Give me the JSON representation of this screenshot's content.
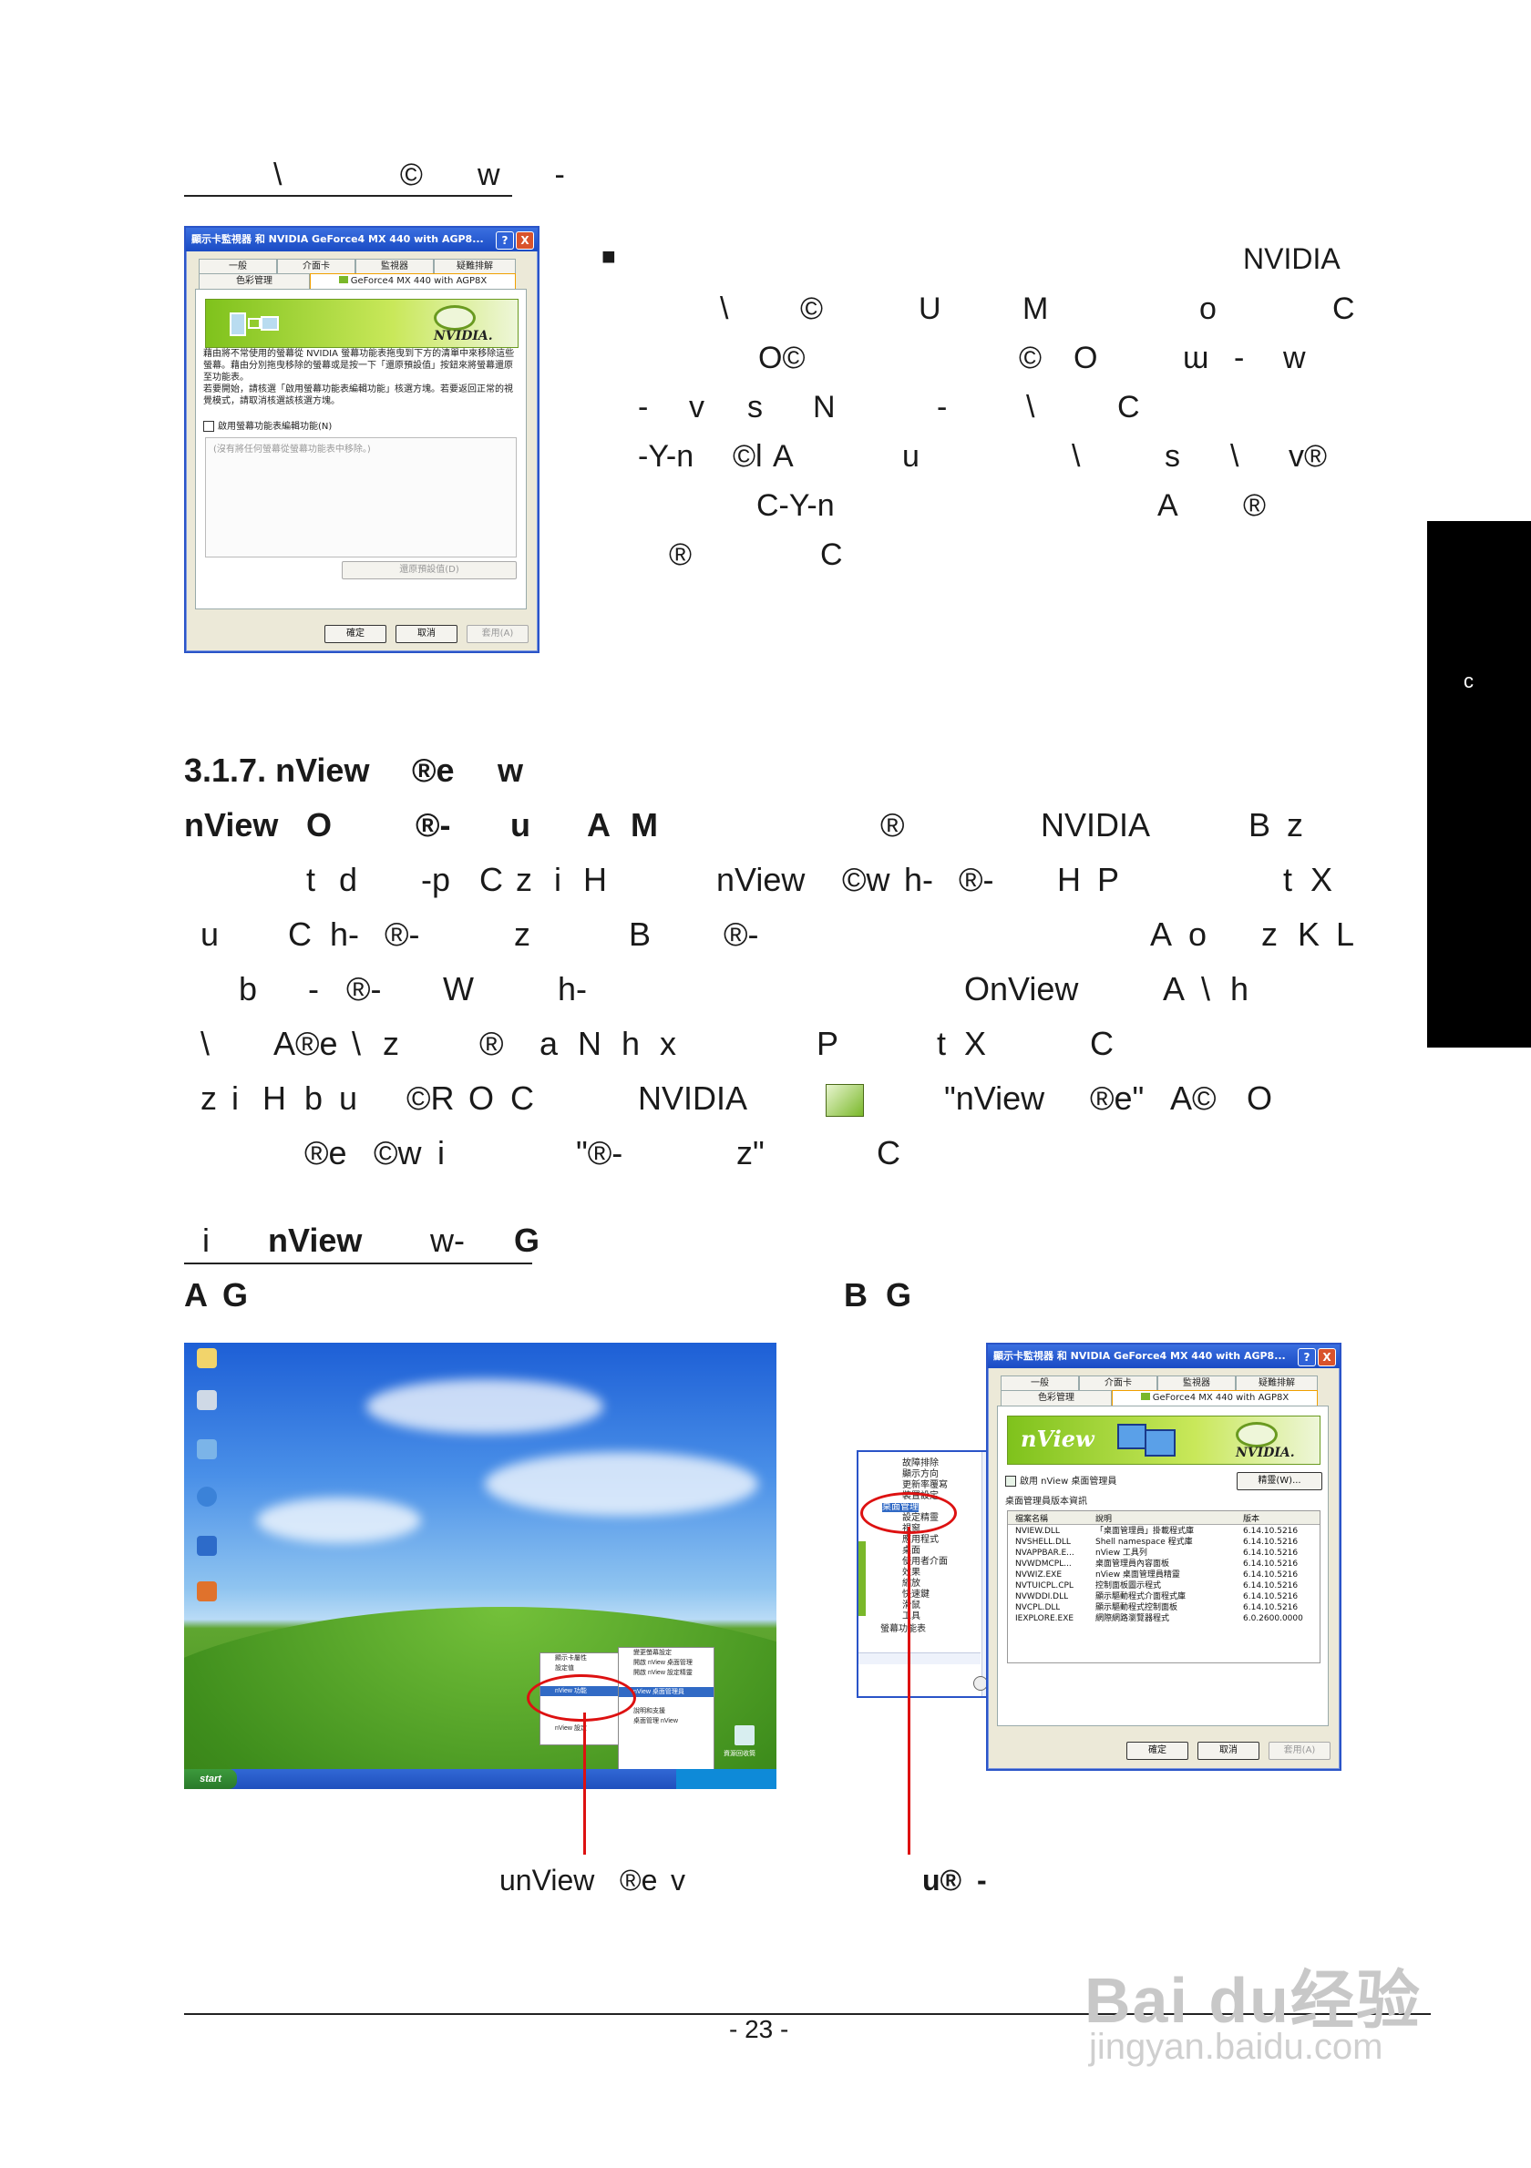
{
  "header": {
    "fragment": "\\ ©w-"
  },
  "dialog1": {
    "title": "顯示卡監視器 和 NVIDIA GeForce4 MX 440 with AGP8...",
    "help": "?",
    "close": "X",
    "tabs": [
      "一般",
      "介面卡",
      "監視器",
      "疑難排解"
    ],
    "subtab_left": "色彩管理",
    "subtab_right": "GeForce4 MX 440 with AGP8X",
    "nvidia_logo": "NVIDIA.",
    "desc": "藉由將不常使用的螢幕從 NVIDIA 螢幕功能表拖曳到下方的清單中來移除這些螢幕。藉由分別拖曳移除的螢幕或是按一下「還原預設值」按鈕來將螢幕還原至功能表。",
    "desc2": "若要開始，請核選「啟用螢幕功能表編輯功能」核選方塊。若要返回正常的視覺模式，請取消核選該核選方塊。",
    "checkbox_label": "啟用螢幕功能表編輯功能(N)",
    "list_placeholder": "(沒有將任何螢幕從螢幕功能表中移除。)",
    "restore_btn": "還原預設值(D)",
    "ok": "確定",
    "cancel": "取消",
    "apply": "套用(A)"
  },
  "right_text": {
    "bullet": "■",
    "nvidia": "NVIDIA",
    "lines": [
      [
        "\\",
        "©",
        "U",
        "M",
        "o",
        "C"
      ],
      [
        "O©",
        "©",
        "O",
        "ɯ",
        "-",
        "w"
      ],
      [
        "-",
        "v",
        "s",
        "N",
        "-",
        "\\",
        "C"
      ],
      [
        "-Y-n",
        "©l",
        "A",
        "u",
        "\\",
        "s",
        "\\",
        "v®"
      ],
      [
        "C-Y-n",
        "A",
        "®"
      ],
      [
        "®",
        "C"
      ]
    ]
  },
  "section": {
    "heading_num": "3.1.7. nView",
    "heading_rest": [
      "®e",
      "w"
    ],
    "para": [
      [
        "nView",
        "O",
        "®-",
        "u",
        "A",
        "M",
        "®",
        "NVIDIA",
        "B",
        "z"
      ],
      [
        "t",
        "d",
        "-p",
        "C",
        "z",
        "i",
        "H",
        "nView",
        "©w",
        "h-",
        "®-",
        "H",
        "P",
        "t",
        "X"
      ],
      [
        "u",
        "C",
        "h-",
        "®-",
        "z",
        "B",
        "®-",
        "A",
        "o",
        "z",
        "K",
        "L"
      ],
      [
        "b",
        "-",
        "®-",
        "W",
        "h-",
        "OnView",
        "A",
        "\\",
        "h"
      ],
      [
        "\\",
        "A®e",
        "\\",
        "z",
        "®",
        "a",
        "N",
        "h",
        "x",
        "P",
        "t",
        "X",
        "C"
      ],
      [
        "z",
        "i",
        "H",
        "b",
        "u",
        "©R",
        "O",
        "C",
        "NVIDIA",
        "\"nView",
        "®e\"",
        "A©",
        "O"
      ],
      [
        "®e",
        "©w",
        "i",
        "\"®-",
        "z\"",
        "C"
      ]
    ]
  },
  "sub": {
    "heading": [
      "i",
      "nView",
      "w-",
      "G"
    ],
    "label_a": [
      "A",
      "G"
    ],
    "label_b": [
      "B",
      "G"
    ]
  },
  "desktop": {
    "start": "start",
    "menu1": [
      "顯示卡屬性",
      "設定值",
      "nView 功能",
      "nView 設定"
    ],
    "menu2": [
      "變更螢幕設定",
      "開啟 nView 桌面管理",
      "開啟 nView 設定精靈",
      "nView 桌面管理員",
      "說明和支援",
      "桌面管理 nView"
    ],
    "recycle": "資源回收筒"
  },
  "dialog2": {
    "title": "顯示卡監視器 和 NVIDIA GeForce4 MX 440 with AGP8...",
    "tabs": [
      "一般",
      "介面卡",
      "監視器",
      "疑難排解"
    ],
    "subtab_left": "色彩管理",
    "subtab_right": "GeForce4 MX 440 with AGP8X",
    "nview_logo": "nView",
    "nvidia_logo": "NVIDIA.",
    "enable_label": "啟用 nView 桌面管理員",
    "advanced": "精靈(W)...",
    "version_label": "桌面管理員版本資訊",
    "table_headers": [
      "檔案名稱",
      "說明",
      "版本"
    ],
    "table_rows": [
      [
        "NVIEW.DLL",
        "「桌面管理員」掛載程式庫",
        "6.14.10.5216"
      ],
      [
        "NVSHELL.DLL",
        "Shell namespace 程式庫",
        "6.14.10.5216"
      ],
      [
        "NVAPPBAR.E...",
        "nView 工具列",
        "6.14.10.5216"
      ],
      [
        "NVWDMCPL...",
        "桌面管理員內容面板",
        "6.14.10.5216"
      ],
      [
        "NVWIZ.EXE",
        "nView 桌面管理員精靈",
        "6.14.10.5216"
      ],
      [
        "NVTUICPL.CPL",
        "控制面板圖示程式",
        "6.14.10.5216"
      ],
      [
        "NVWDDI.DLL",
        "顯示驅動程式介面程式庫",
        "6.14.10.5216"
      ],
      [
        "NVCPL.DLL",
        "顯示驅動程式控制面板",
        "6.14.10.5216"
      ],
      [
        "IEXPLORE.EXE",
        "網際網路瀏覽器程式",
        "6.0.2600.0000"
      ]
    ],
    "ok": "確定",
    "cancel": "取消",
    "apply": "套用(A)"
  },
  "tree": {
    "items": [
      "故障排除",
      "顯示方向",
      "更新率覆寫",
      "裝置設定",
      "桌面管理",
      "設定精靈",
      "視窗",
      "應用程式",
      "桌面",
      "使用者介面",
      "效果",
      "縮放",
      "快速鍵",
      "滑鼠",
      "工具",
      "螢幕功能表"
    ]
  },
  "captions": {
    "left": [
      "unView",
      "®e",
      "v"
    ],
    "right": [
      "u®",
      "-"
    ]
  },
  "footer": {
    "page": "- 23 -"
  },
  "sidebar": {
    "letter": "c"
  },
  "watermark": {
    "brand": "Bai du经验",
    "url": "jingyan.baidu.com"
  }
}
